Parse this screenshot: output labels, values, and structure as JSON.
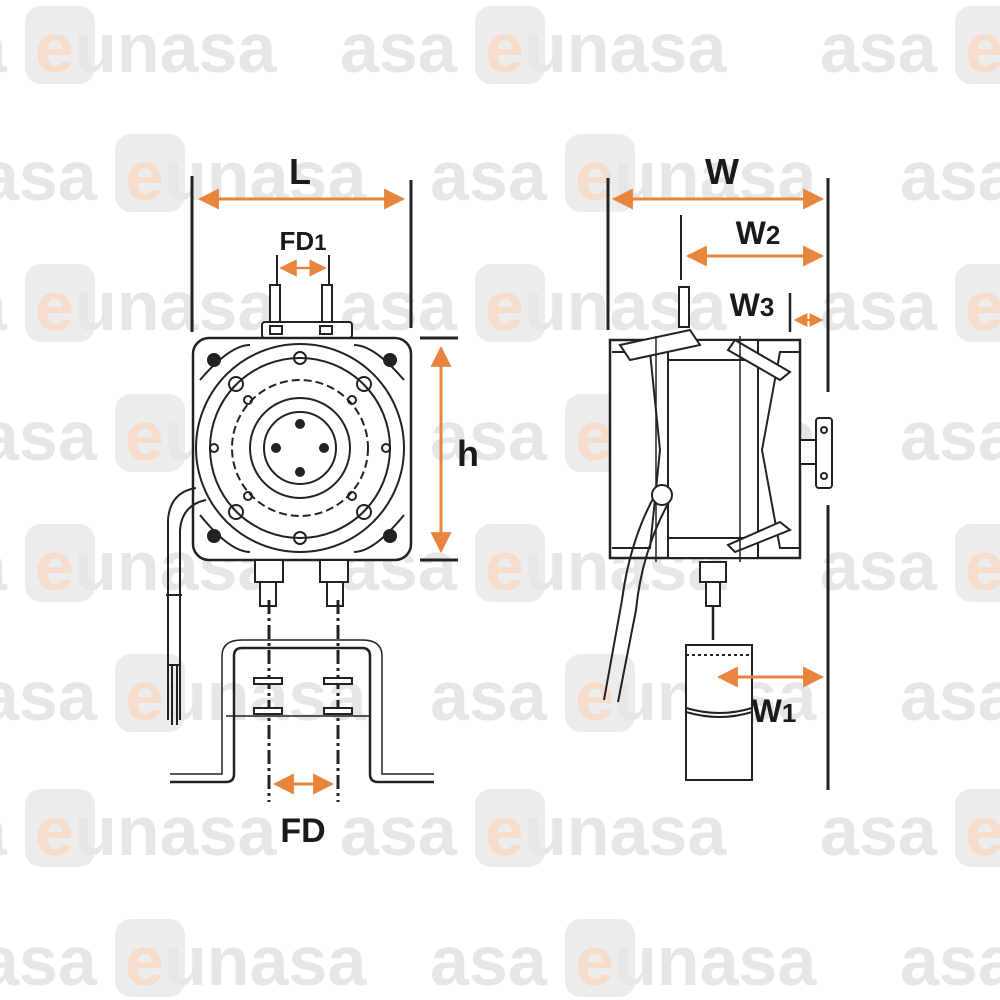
{
  "watermark": {
    "brand": "eunasa",
    "e": "e",
    "rest": "unasa",
    "e_color": "#f2c8ad",
    "text_color": "#e3e3e3"
  },
  "colors": {
    "dimension": "#e8843c",
    "line": "#222222"
  },
  "front_view": {
    "labels": {
      "length": "L",
      "height": "h",
      "fixing_distance": "FD",
      "fixing_distance_top": "FD",
      "fixing_distance_top_sub": "1"
    }
  },
  "side_view": {
    "labels": {
      "width": "W",
      "w1": "W",
      "w1_sub": "1",
      "w2": "W",
      "w2_sub": "2",
      "w3": "W",
      "w3_sub": "3"
    }
  }
}
